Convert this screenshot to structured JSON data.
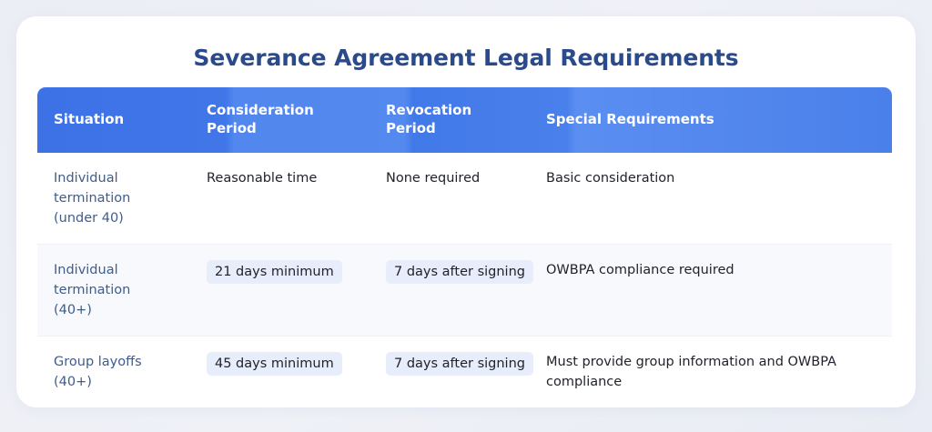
{
  "page": {
    "background_color": "#eef0f6",
    "card_background": "#ffffff"
  },
  "title": "Severance Agreement Legal Requirements",
  "theme": {
    "title_color": "#2b4a8b",
    "header_gradient_start": "#3d72e7",
    "header_gradient_end": "#5b8ef1",
    "header_text_color": "#ffffff",
    "situation_text_color": "#3e5c8c",
    "badge_background": "#e7edfa",
    "body_text_color": "#20232b",
    "row_alt_background": "#f7f9fc",
    "row_divider_color": "#eef1f7"
  },
  "table": {
    "columns": [
      {
        "label": "Situation"
      },
      {
        "label": "Consideration\nPeriod",
        "line1": "Consideration",
        "line2": "Period"
      },
      {
        "label": "Revocation\nPeriod",
        "line1": "Revocation",
        "line2": "Period"
      },
      {
        "label": "Special Requirements"
      }
    ],
    "rows": [
      {
        "situation_line1": "Individual",
        "situation_line2": "termination",
        "situation_line3": "(under 40)",
        "consideration_period": "Reasonable time",
        "consideration_is_badge": false,
        "revocation_period": "None required",
        "revocation_is_badge": false,
        "special_requirements": "Basic consideration",
        "striped": false
      },
      {
        "situation_line1": "Individual",
        "situation_line2": "termination",
        "situation_line3": "(40+)",
        "consideration_period": "21 days minimum",
        "consideration_is_badge": true,
        "revocation_period": "7 days after signing",
        "revocation_is_badge": true,
        "special_requirements": "OWBPA compliance required",
        "striped": true
      },
      {
        "situation_line1": "Group layoffs",
        "situation_line2": "(40+)",
        "situation_line3": "",
        "consideration_period": "45 days minimum",
        "consideration_is_badge": true,
        "revocation_period": "7 days after signing",
        "revocation_is_badge": true,
        "special_requirements": "Must provide group information and OWBPA compliance",
        "striped": false
      }
    ]
  }
}
